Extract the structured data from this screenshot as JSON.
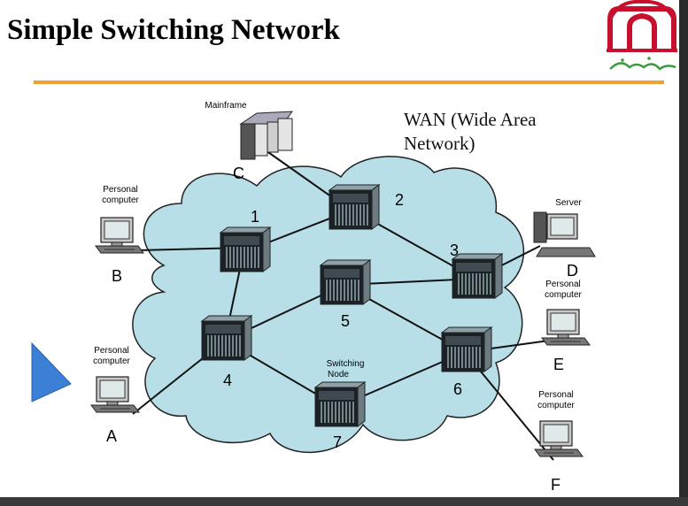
{
  "slide": {
    "title": "Simple Switching Network",
    "wan_label": "WAN (Wide Area Network)"
  },
  "colors": {
    "accent_rule": "#f0a030",
    "cloud_fill": "#b8dfe8",
    "logo_red": "#c8102e"
  },
  "icons": [
    "logo-icon",
    "mainframe-icon",
    "server-icon",
    "personal-computer-icon",
    "switching-node-icon",
    "play-cursor-icon"
  ],
  "switching_nodes": [
    {
      "id": "1"
    },
    {
      "id": "2"
    },
    {
      "id": "3"
    },
    {
      "id": "4"
    },
    {
      "id": "5"
    },
    {
      "id": "6"
    },
    {
      "id": "7"
    }
  ],
  "switching_node_label": "Switching Node",
  "devices": [
    {
      "letter": "A",
      "type": "Personal computer",
      "connected_to": "4"
    },
    {
      "letter": "B",
      "type": "Personal computer",
      "connected_to": "1"
    },
    {
      "letter": "C",
      "type": "Mainframe",
      "connected_to": "2"
    },
    {
      "letter": "D",
      "type": "Server",
      "connected_to": "3"
    },
    {
      "letter": "E",
      "type": "Personal computer",
      "connected_to": "6"
    },
    {
      "letter": "F",
      "type": "Personal computer",
      "connected_to": "6"
    }
  ],
  "links": [
    [
      "1",
      "2"
    ],
    [
      "2",
      "3"
    ],
    [
      "1",
      "4"
    ],
    [
      "4",
      "5"
    ],
    [
      "5",
      "3"
    ],
    [
      "5",
      "6"
    ],
    [
      "4",
      "7"
    ],
    [
      "7",
      "6"
    ]
  ]
}
